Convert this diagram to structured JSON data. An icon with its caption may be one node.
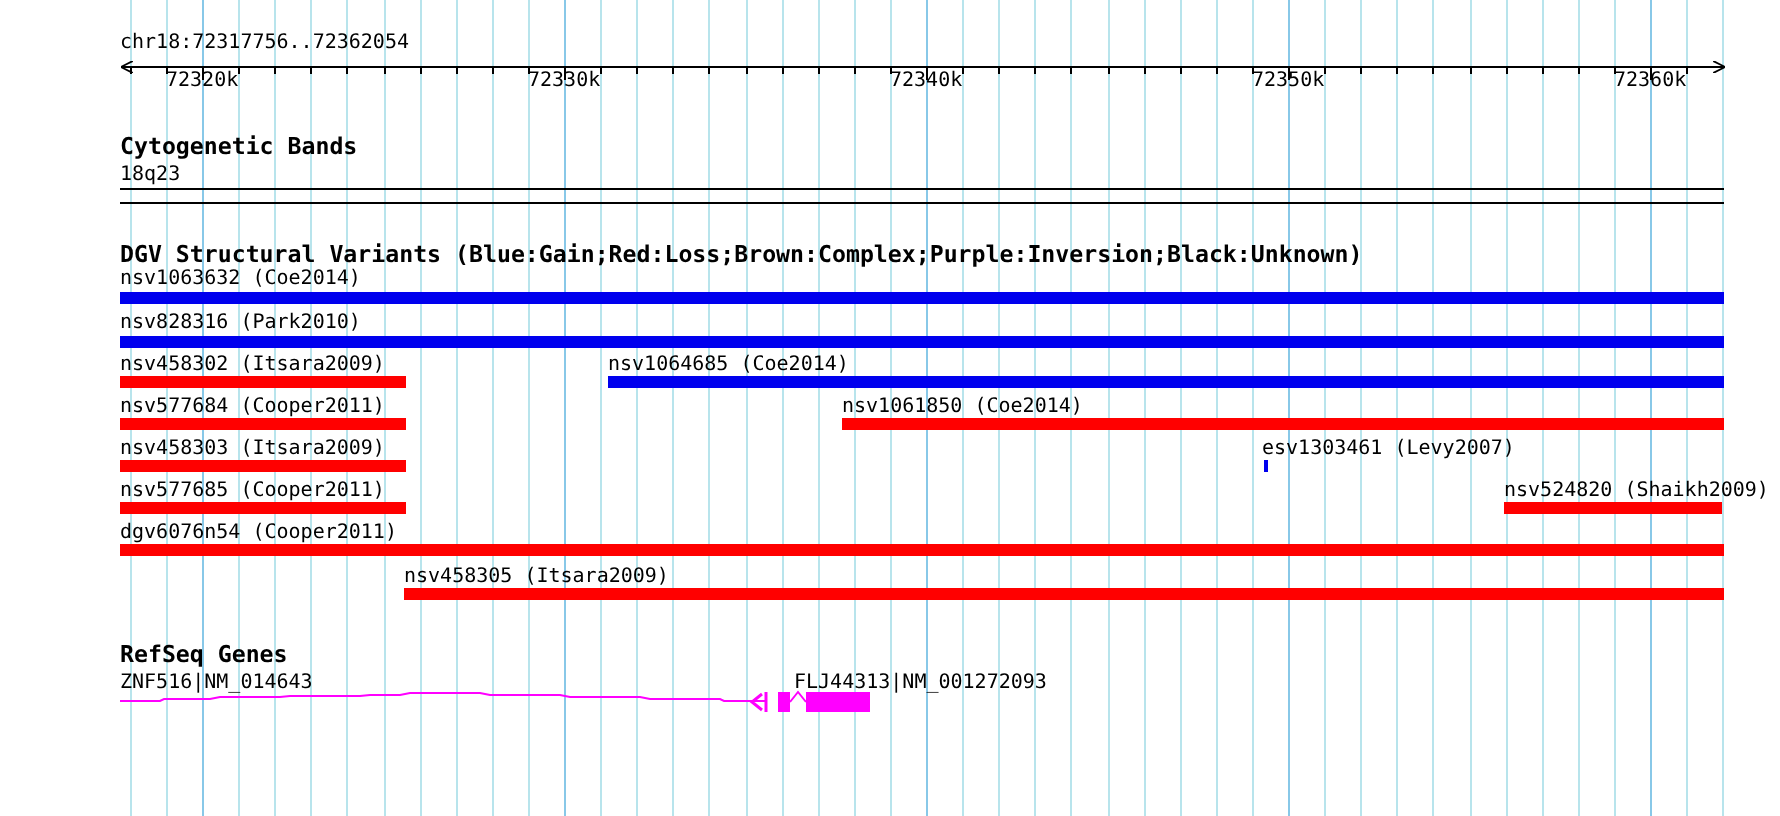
{
  "diagram": {
    "nodes": [
      {
        "text": [
          "Cytogenetic Bands"
        ]
      },
      {
        "text": [
          "18q23"
        ],
        "in": 0
      },
      {
        "text": [
          "DGV Structural Variants (Blue:Gain;Red:Loss;Brown:Complex;Purple:Inversion;Black:Unknown)"
        ]
      },
      {
        "text": [
          "nsv1063632 (Coe2014)"
        ],
        "in": 2
      },
      {
        "text": [
          "nsv828316 (Park2010)"
        ],
        "in": 2
      },
      {
        "text": [
          "nsv458302 (Itsara2009)"
        ],
        "in": 2
      },
      {
        "text": [
          "nsv1064685 (Coe2014)"
        ],
        "in": 2
      },
      {
        "text": [
          "nsv577684 (Cooper2011)"
        ],
        "in": 2
      },
      {
        "text": [
          "nsv1061850 (Coe2014)"
        ],
        "in": 2
      },
      {
        "text": [
          "nsv458303 (Itsara2009)"
        ],
        "in": 2
      },
      {
        "text": [
          "esv1303461 (Levy2007)"
        ],
        "in": 2
      },
      {
        "text": [
          "nsv577685 (Cooper2011)"
        ],
        "in": 2
      },
      {
        "text": [
          "nsv524820 (Shaikh2009)"
        ],
        "in": 2
      },
      {
        "text": [
          "dgv6076n54 (Cooper2011)"
        ],
        "in": 2
      },
      {
        "text": [
          "nsv458305 (Itsara2009)"
        ],
        "in": 2
      },
      {
        "text": [
          "RefSeq Genes"
        ]
      },
      {
        "text": [
          "ZNF516|NM_014643"
        ],
        "in": 15
      },
      {
        "text": [
          "FLJ44313|NM_001272093"
        ],
        "in": 15
      }
    ],
    "labels": [
      "chr18:72317756..72362054",
      "72320k",
      "72330k",
      "72340k",
      "72350k",
      "72360k"
    ]
  }
}
